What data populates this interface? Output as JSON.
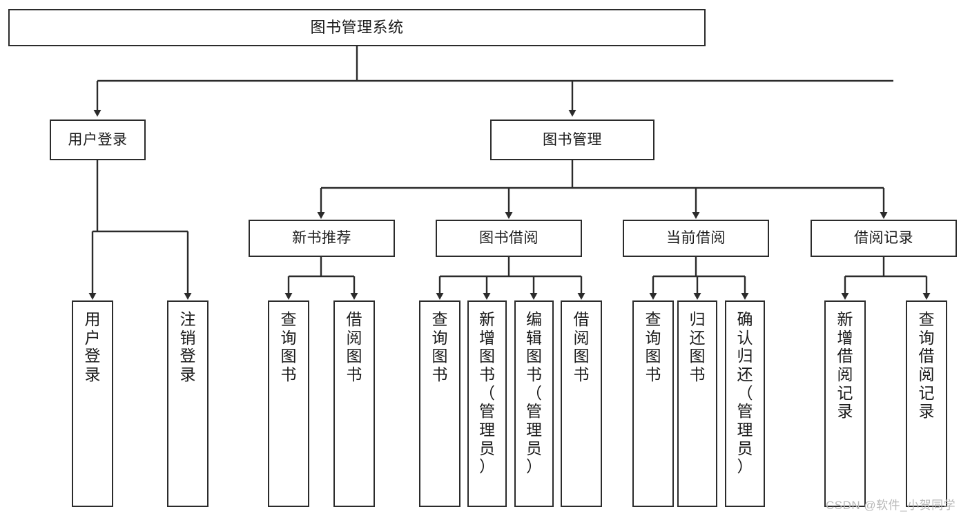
{
  "diagram": {
    "title": "图书管理系统",
    "watermark": "CSDN @软件_小贺同学",
    "colors": {
      "stroke": "#2b2b2b",
      "fill": "#ffffff",
      "text": "#1a1a1a",
      "watermark": "#b9b9b9"
    },
    "levels": {
      "root": {
        "label": "图书管理系统"
      },
      "level2": [
        {
          "label": "用户登录"
        },
        {
          "label": "图书管理"
        }
      ],
      "level3": [
        {
          "label": "新书推荐"
        },
        {
          "label": "图书借阅"
        },
        {
          "label": "当前借阅"
        },
        {
          "label": "借阅记录"
        }
      ],
      "leaves": {
        "user_login": [
          {
            "label": "用\n户\n登\n录"
          },
          {
            "label": "注\n销\n登\n录"
          }
        ],
        "new_book": [
          {
            "label": "查\n询\n图\n书"
          },
          {
            "label": "借\n阅\n图\n书"
          }
        ],
        "book_borrow": [
          {
            "label": "查\n询\n图\n书"
          },
          {
            "label": "新\n增\n图\n书\n（\n管\n理\n员\n）"
          },
          {
            "label": "编\n辑\n图\n书\n（\n管\n理\n员\n）"
          },
          {
            "label": "借\n阅\n图\n书"
          }
        ],
        "current_borrow": [
          {
            "label": "查\n询\n图\n书"
          },
          {
            "label": "归\n还\n图\n书"
          },
          {
            "label": "确\n认\n归\n还\n（\n管\n理\n员\n）"
          }
        ],
        "borrow_record": [
          {
            "label": "新\n增\n借\n阅\n记\n录"
          },
          {
            "label": "查\n询\n借\n阅\n记\n录"
          }
        ]
      }
    }
  }
}
